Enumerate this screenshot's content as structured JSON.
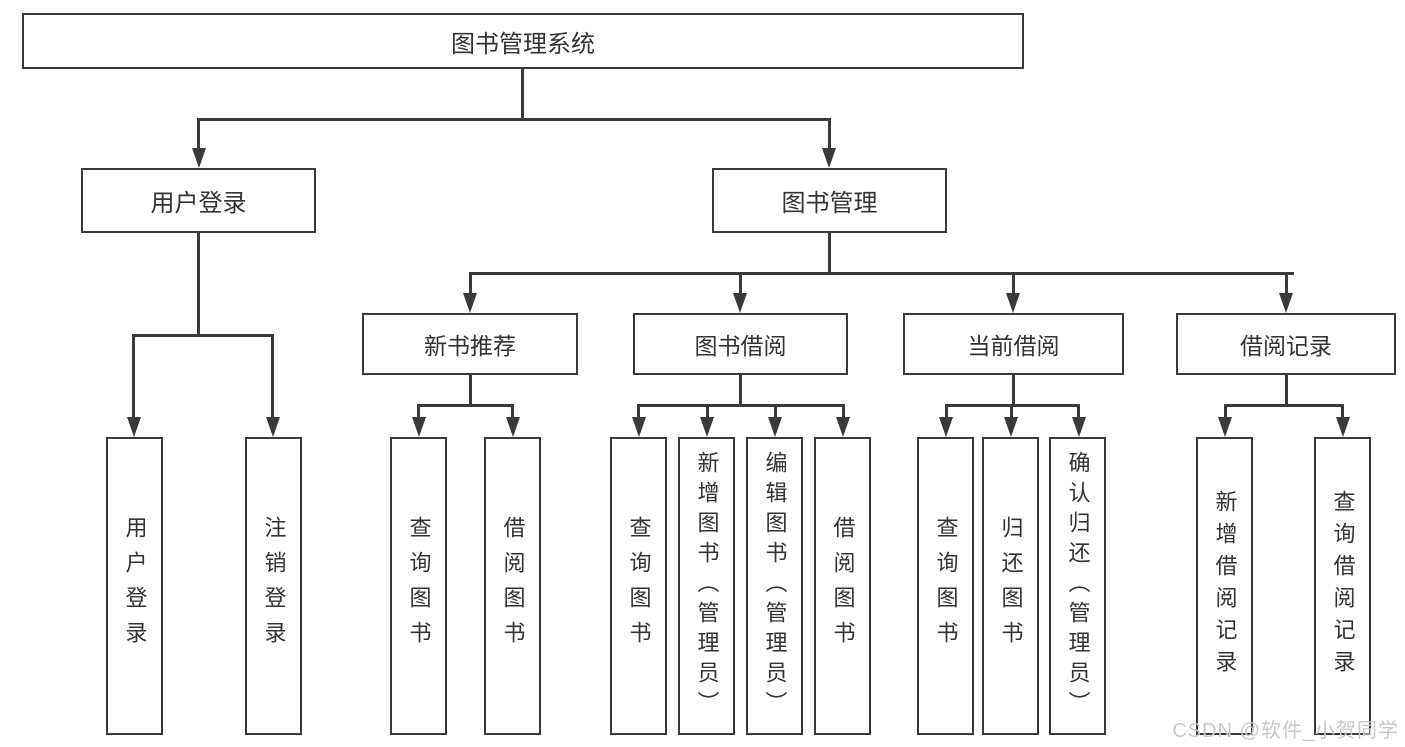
{
  "diagram": {
    "title": "图书管理系统",
    "nodes": {
      "root": "图书管理系统",
      "user_login": "用户登录",
      "book_management": "图书管理",
      "new_book_recommend": "新书推荐",
      "book_borrow": "图书借阅",
      "current_borrow": "当前借阅",
      "borrow_records": "借阅记录",
      "leaves": [
        "用户登录",
        "注销登录",
        "查询图书",
        "借阅图书",
        "查询图书",
        "新增图书（管理员）",
        "编辑图书（管理员）",
        "借阅图书",
        "查询图书",
        "归还图书",
        "确认归还（管理员）",
        "新增借阅记录",
        "查询借阅记录"
      ]
    },
    "colors": {
      "line": "#3a3a3a",
      "text": "#333333",
      "watermark": "#c9c9c9",
      "background": "#ffffff"
    }
  },
  "watermark": "CSDN @软件_小贺同学"
}
